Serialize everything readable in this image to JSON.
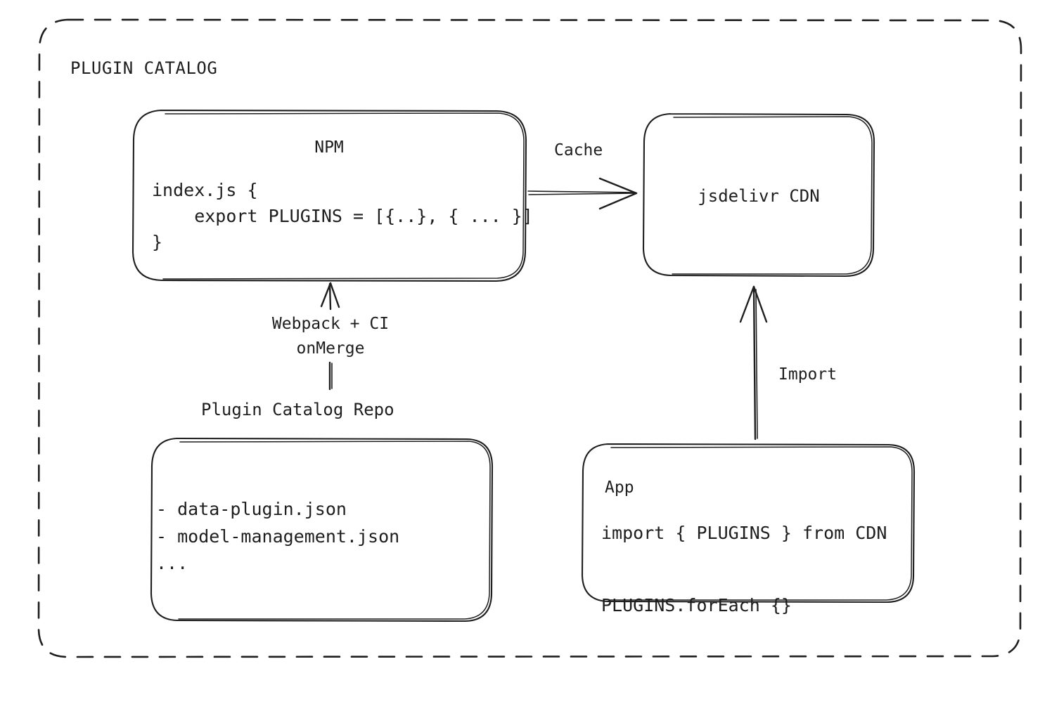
{
  "diagram": {
    "type": "architecture-flow",
    "frame": {
      "title": "PLUGIN CATALOG",
      "border_style": "dashed-rounded",
      "color": "#1e1e1e"
    },
    "nodes": [
      {
        "id": "npm",
        "title": "NPM",
        "code": "index.js {\n    export PLUGINS = [{..}, { ... }]\n}"
      },
      {
        "id": "cdn",
        "title": "jsdelivr CDN"
      },
      {
        "id": "repo",
        "caption": "Plugin Catalog Repo",
        "list": "- data-plugin.json\n- model-management.json\n..."
      },
      {
        "id": "app",
        "title": "App",
        "code": "import { PLUGINS } from CDN\n\nPLUGINS.forEach {}"
      }
    ],
    "edges": [
      {
        "id": "npm-to-cdn",
        "label": "Cache",
        "from": "npm",
        "to": "cdn",
        "direction": "right"
      },
      {
        "id": "repo-to-npm",
        "label": "Webpack + CI\nonMerge",
        "from": "repo",
        "to": "npm",
        "direction": "up"
      },
      {
        "id": "app-to-cdn",
        "label": "Import",
        "from": "app",
        "to": "cdn",
        "direction": "up"
      }
    ]
  },
  "labels": {
    "frame_title": "PLUGIN CATALOG",
    "npm_title": "NPM",
    "npm_code": "index.js {\n    export PLUGINS = [{..}, { ... }]\n}",
    "cdn_title": "jsdelivr CDN",
    "cache_edge": "Cache",
    "build_edge": "Webpack + CI\nonMerge",
    "repo_caption": "Plugin Catalog Repo",
    "repo_list": "- data-plugin.json\n- model-management.json\n...",
    "import_edge": "Import",
    "app_title": "App",
    "app_code": "import { PLUGINS } from CDN\n\nPLUGINS.forEach {}"
  },
  "colors": {
    "ink": "#1e1e1e",
    "background": "#ffffff"
  }
}
